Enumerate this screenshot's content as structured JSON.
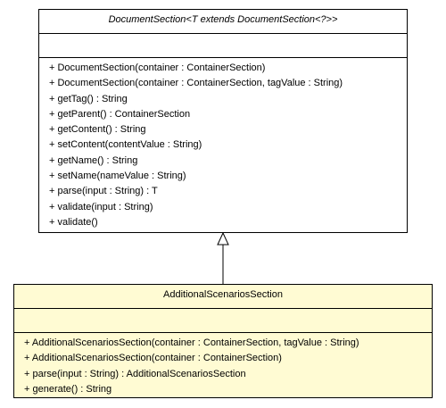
{
  "parent_class": {
    "name": "DocumentSection<T extends DocumentSection<?>>",
    "attributes": [],
    "operations": [
      "+ DocumentSection(container : ContainerSection)",
      "+ DocumentSection(container : ContainerSection, tagValue : String)",
      "+ getTag() : String",
      "+ getParent() : ContainerSection",
      "+ getContent() : String",
      "+ setContent(contentValue : String)",
      "+ getName() : String",
      "+ setName(nameValue : String)",
      "+ parse(input : String) : T",
      "+ validate(input : String)",
      "+ validate()"
    ]
  },
  "child_class": {
    "name": "AdditionalScenariosSection",
    "attributes": [],
    "operations": [
      "+ AdditionalScenariosSection(container : ContainerSection, tagValue : String)",
      "+ AdditionalScenariosSection(container : ContainerSection)",
      "+ parse(input : String) : AdditionalScenariosSection",
      "+ generate() : String"
    ]
  },
  "colors": {
    "parent_fill": "#ffffff",
    "child_fill": "#fffbd3",
    "border": "#000000"
  },
  "relationship": "generalization"
}
